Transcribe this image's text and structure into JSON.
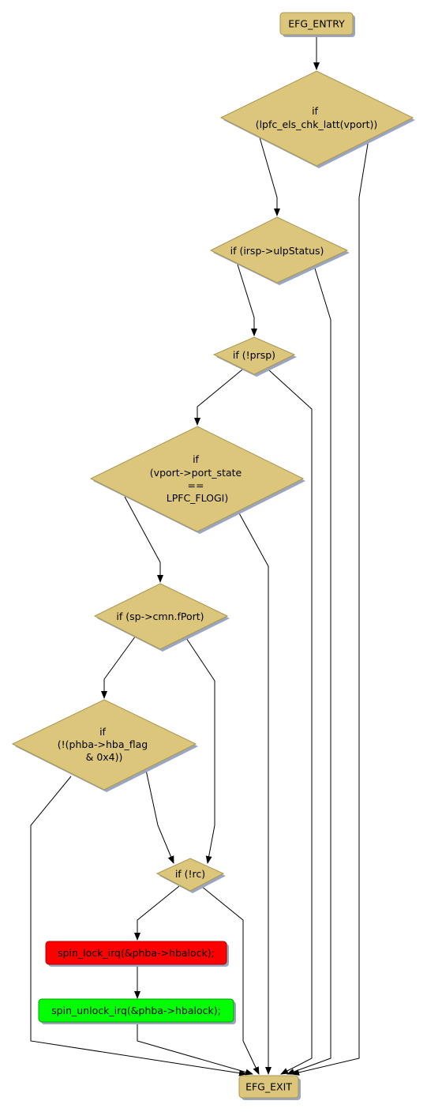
{
  "colors": {
    "node_fill": "#dbc67c",
    "node_stroke": "#a89650",
    "shadow": "#9aa6bf",
    "lock_fill": "#ff0000",
    "unlock_fill": "#00ff00",
    "edge": "#000000"
  },
  "nodes": {
    "entry": "EFG_ENTRY",
    "cond1": [
      "if",
      "(lpfc_els_chk_latt(vport))"
    ],
    "cond2": [
      "if (irsp->ulpStatus)"
    ],
    "cond3": [
      "if (!prsp)"
    ],
    "cond4": [
      "if",
      "(vport->port_state",
      "==",
      "LPFC_FLOGI)"
    ],
    "cond5": [
      "if (sp->cmn.fPort)"
    ],
    "cond6": [
      "if",
      "(!(phba->hba_flag",
      "& 0x4))"
    ],
    "cond7": [
      "if (!rc)"
    ],
    "lock": "spin_lock_irq(&phba->hbalock);",
    "unlock": "spin_unlock_irq(&phba->hbalock);",
    "exit": "EFG_EXIT"
  }
}
